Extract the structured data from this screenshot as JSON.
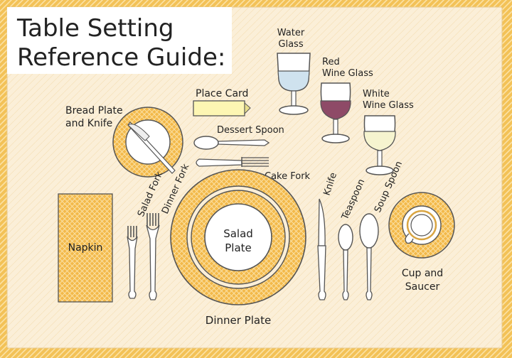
{
  "title": {
    "line1": "Table Setting",
    "line2": "Reference Guide:"
  },
  "labels": {
    "water_glass": [
      "Water",
      "Glass"
    ],
    "red_wine_glass": [
      "Red",
      "Wine Glass"
    ],
    "white_wine_glass": [
      "White",
      "Wine Glass"
    ],
    "place_card": "Place Card",
    "bread_plate": [
      "Bread Plate",
      "and Knife"
    ],
    "dessert_spoon": "Dessert Spoon",
    "cake_fork": "Cake Fork",
    "salad_fork": "Salad Fork",
    "dinner_fork": "Dinner Fork",
    "knife": "Knife",
    "teaspoon": "Teaspoon",
    "soup_spoon": "Soup Spoon",
    "napkin": "Napkin",
    "salad_plate": [
      "Salad",
      "Plate"
    ],
    "dinner_plate": "Dinner Plate",
    "cup_saucer": [
      "Cup and",
      "Saucer"
    ]
  },
  "colors": {
    "border_orange": "#f0b942",
    "placemat": "#fbefd8",
    "plate_gold": "#f3b94a",
    "plate_line": "#555555",
    "red_wine": "#8e4a67",
    "white_wine": "#f6f4cf",
    "water": "#cfe2ee",
    "place_card": "#fdf6b3"
  }
}
